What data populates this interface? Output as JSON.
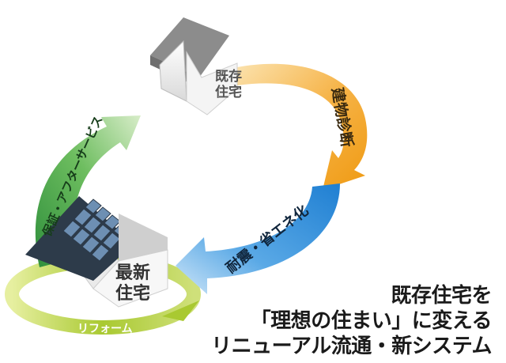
{
  "diagram": {
    "nodes": {
      "existing_house": "既存住宅",
      "latest_house": "最新住宅"
    },
    "steps": [
      {
        "label": "建物診断",
        "color": "#f0a020"
      },
      {
        "label": "耐震・省エネ化",
        "color": "#2f8fd8"
      },
      {
        "label": "保証・アフターサービス",
        "color": "#49a84c"
      },
      {
        "label": "リフォーム",
        "color": "#b7cf3c"
      }
    ]
  },
  "caption": {
    "line1": "既存住宅を",
    "line2": "「理想の住まい」に変える",
    "line3": "リニューアル流通・新システム"
  }
}
